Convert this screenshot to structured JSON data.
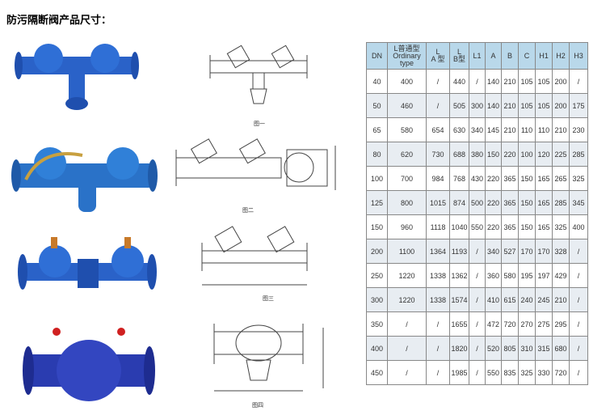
{
  "title": "防污隔断阀产品尺寸：",
  "figures": [
    "图一",
    "图二",
    "图三",
    "图四"
  ],
  "table": {
    "headers": [
      [
        "DN"
      ],
      [
        "L普通型",
        "Ordinary",
        "type"
      ],
      [
        "L",
        "A 型"
      ],
      [
        "L",
        "B型"
      ],
      [
        "L1"
      ],
      [
        "A"
      ],
      [
        "B"
      ],
      [
        "C"
      ],
      [
        "H1"
      ],
      [
        "H2"
      ],
      [
        "H3"
      ]
    ],
    "rows": [
      [
        "40",
        "400",
        "/",
        "440",
        "/",
        "140",
        "210",
        "105",
        "105",
        "200",
        "/"
      ],
      [
        "50",
        "460",
        "/",
        "505",
        "300",
        "140",
        "210",
        "105",
        "105",
        "200",
        "175"
      ],
      [
        "65",
        "580",
        "654",
        "630",
        "340",
        "145",
        "210",
        "110",
        "110",
        "210",
        "230"
      ],
      [
        "80",
        "620",
        "730",
        "688",
        "380",
        "150",
        "220",
        "100",
        "120",
        "225",
        "285"
      ],
      [
        "100",
        "700",
        "984",
        "768",
        "430",
        "220",
        "365",
        "150",
        "165",
        "265",
        "325"
      ],
      [
        "125",
        "800",
        "1015",
        "874",
        "500",
        "220",
        "365",
        "150",
        "165",
        "285",
        "345"
      ],
      [
        "150",
        "960",
        "1118",
        "1040",
        "550",
        "220",
        "365",
        "150",
        "165",
        "325",
        "400"
      ],
      [
        "200",
        "1100",
        "1364",
        "1193",
        "/",
        "340",
        "527",
        "170",
        "170",
        "328",
        "/"
      ],
      [
        "250",
        "1220",
        "1338",
        "1362",
        "/",
        "360",
        "580",
        "195",
        "197",
        "429",
        "/"
      ],
      [
        "300",
        "1220",
        "1338",
        "1574",
        "/",
        "410",
        "615",
        "240",
        "245",
        "210",
        "/"
      ],
      [
        "350",
        "/",
        "/",
        "1655",
        "/",
        "472",
        "720",
        "270",
        "275",
        "295",
        "/"
      ],
      [
        "400",
        "/",
        "/",
        "1820",
        "/",
        "520",
        "805",
        "310",
        "315",
        "680",
        "/"
      ],
      [
        "450",
        "/",
        "/",
        "1985",
        "/",
        "550",
        "835",
        "325",
        "330",
        "720",
        "/"
      ]
    ]
  }
}
